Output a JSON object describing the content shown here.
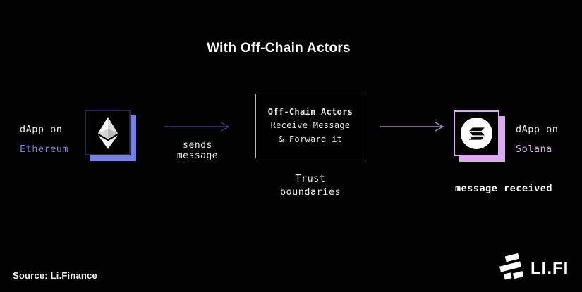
{
  "title": "With Off-Chain Actors",
  "nodes": {
    "source": {
      "line1": "dApp on",
      "line2": "Ethereum",
      "icon": "ethereum-logo"
    },
    "middle": {
      "line1": "Off-Chain Actors",
      "line2": "Receive Message",
      "line3": "& Forward it",
      "caption_line1": "Trust",
      "caption_line2": "boundaries"
    },
    "target": {
      "line1": "dApp on",
      "line2": "Solana",
      "icon": "solana-logo",
      "caption": "message received"
    }
  },
  "arrows": {
    "first_label": "sends message"
  },
  "footer": {
    "source_credit": "Source: Li.Finance",
    "brand": "LI.FI",
    "brand_icon": "lifi-logo"
  },
  "colors": {
    "background": "#020202",
    "text": "#e9e9e9",
    "ethereum-accent": "#767ee0",
    "ethereum-border": "#24244e",
    "solana-accent": "#dcaaee",
    "arrow-left": "#3d3d85",
    "arrow-right": "#a886ba",
    "box-border": "#b5b5b5"
  }
}
